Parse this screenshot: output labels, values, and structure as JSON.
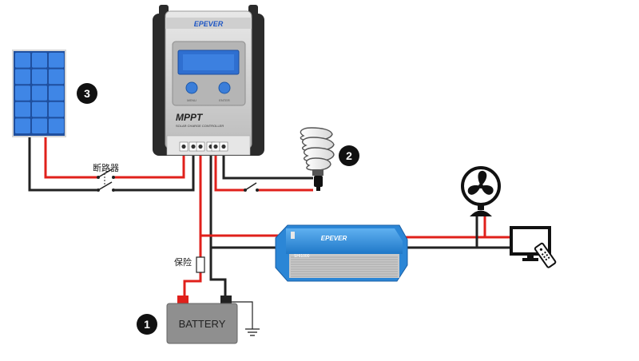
{
  "controller": {
    "brand": "EPEVER",
    "model": "MPPT",
    "subtitle": "SOLAR CHARGE CONTROLLER",
    "left_button_label": "MENU",
    "right_button_label": "ENTER"
  },
  "inverter": {
    "brand": "EPEVER",
    "model": "SHI1000"
  },
  "battery": {
    "label": "BATTERY"
  },
  "labels": {
    "breaker": "断路器",
    "fuse": "保险"
  },
  "markers": [
    {
      "id": "battery",
      "number": "1"
    },
    {
      "id": "lamp",
      "number": "2"
    },
    {
      "id": "solar-panel",
      "number": "3"
    }
  ],
  "colors": {
    "positive_wire": "#e0201b",
    "negative_wire": "#222222",
    "controller_body": "#2b2b2b",
    "controller_face": "#d9d9d9",
    "display": "#2f6fd0",
    "inverter_blue": "#2b86d6",
    "solar_cell": "#3f86e6",
    "battery_body": "#8f8f8f"
  }
}
